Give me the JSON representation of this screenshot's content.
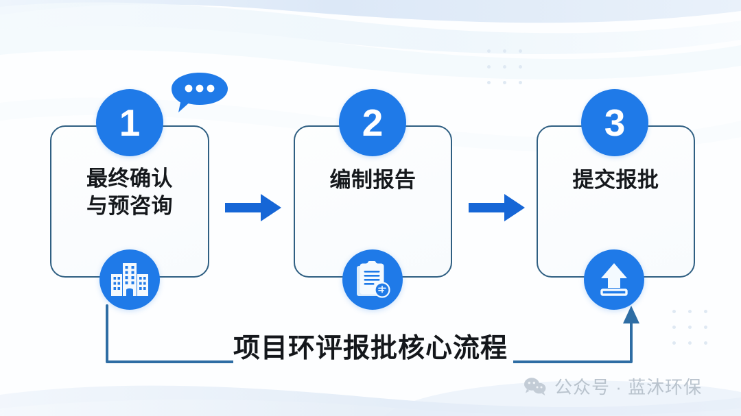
{
  "background": {
    "base_color": "#fdfeff",
    "wave_color_1": "#dfe9f6",
    "wave_color_2": "#eff6fb",
    "wave_color_3": "#e3edf7",
    "dot_color": "#dfe9f3"
  },
  "theme": {
    "accent_blue": "#1f7ae8",
    "accent_blue_dark": "#1565c9",
    "card_border": "#2f5f82",
    "title_text": "#15181c",
    "watermark_text": "#b9c3cd"
  },
  "steps": [
    {
      "number": "1",
      "title": "最终确认\n与预咨询",
      "icon": "office-buildings-icon",
      "badge_icon": "speech-bubble-icon"
    },
    {
      "number": "2",
      "title": "编制报告",
      "icon": "clipboard-report-icon",
      "badge_icon": ""
    },
    {
      "number": "3",
      "title": "提交报批",
      "icon": "upload-submit-icon",
      "badge_icon": ""
    }
  ],
  "connectors": {
    "arrow_1_2": "right-arrow-icon",
    "arrow_2_3": "right-arrow-icon",
    "bracket_left": "elbow-line",
    "bracket_right": "elbow-arrow-up"
  },
  "caption": {
    "text": "项目环评报批核心流程"
  },
  "watermark": {
    "icon": "wechat-icon",
    "text": "公众号 · 蓝沐环保"
  }
}
